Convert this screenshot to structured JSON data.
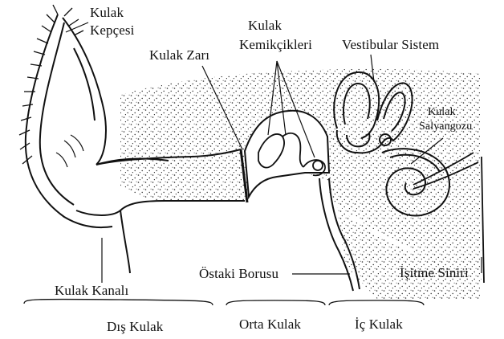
{
  "labels": {
    "kulak_kepcesi_1": "Kulak",
    "kulak_kepcesi_2": "Kepçesi",
    "kulak_zari": "Kulak Zarı",
    "kulak_kemikcikleri_1": "Kulak",
    "kulak_kemikcikleri_2": "Kemikçikleri",
    "vestibular_sistem": "Vestibular Sistem",
    "kulak_salyangozu_1": "Kulak",
    "kulak_salyangozu_2": "Salyangozu",
    "kulak_kanali": "Kulak Kanalı",
    "ostaki_borusu": "Östaki Borusu",
    "isitme_siniri": "İşitme Siniri"
  },
  "sections": {
    "dis_kulak": "Dış Kulak",
    "orta_kulak": "Orta Kulak",
    "ic_kulak": "İç Kulak"
  },
  "colors": {
    "ink": "#111111",
    "stipple": "#222222",
    "background": "#ffffff"
  }
}
